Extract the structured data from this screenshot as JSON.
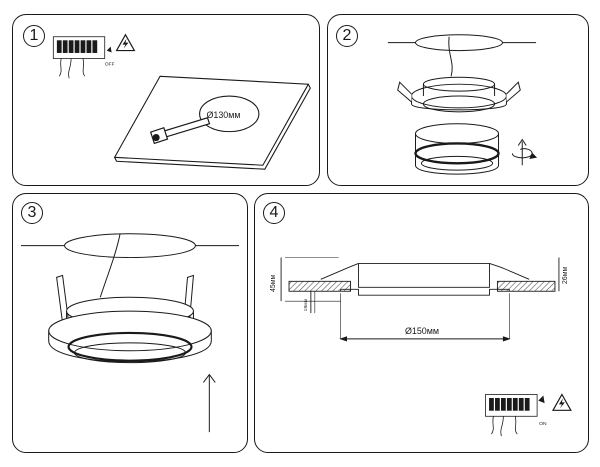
{
  "steps": [
    {
      "number": "1",
      "switch_state": "OFF",
      "cutout_label": "Ø130мм"
    },
    {
      "number": "2"
    },
    {
      "number": "3"
    },
    {
      "number": "4",
      "dim_height_total": "45мм",
      "dim_height_inner": "19мм",
      "dim_ceiling": "26мм",
      "dim_diameter": "Ø150мм",
      "switch_state": "ON"
    }
  ],
  "icons": {
    "warning": "high-voltage-warning-icon",
    "breaker": "circuit-breaker-icon",
    "rotate": "rotate-arrow-icon",
    "up": "up-arrow-icon"
  },
  "colors": {
    "stroke": "#1a1a1a",
    "hatch": "#555555",
    "background": "#ffffff"
  }
}
